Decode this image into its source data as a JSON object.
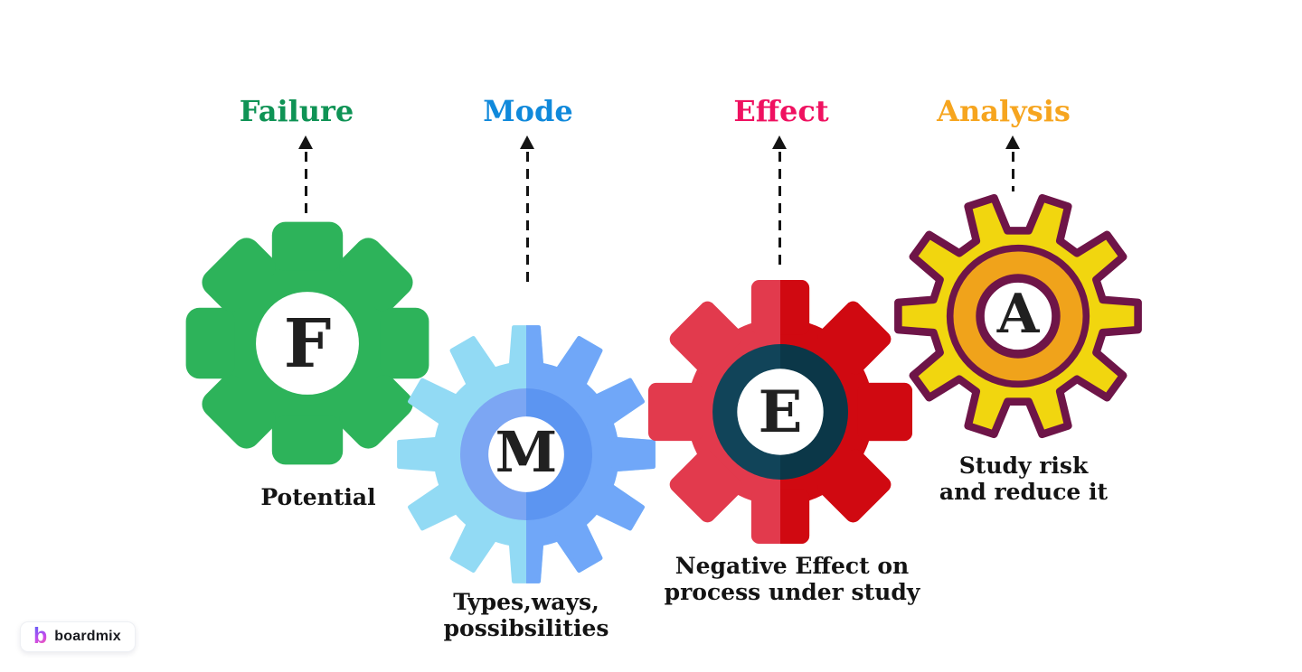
{
  "columns": [
    {
      "title": "Failure",
      "letter": "F",
      "label_lines": [
        "Potential"
      ]
    },
    {
      "title": "Mode",
      "letter": "M",
      "label_lines": [
        "Types,ways,",
        "possibsilities"
      ]
    },
    {
      "title": "Effect",
      "letter": "E",
      "label_lines": [
        "Negative Effect on",
        "process under study"
      ]
    },
    {
      "title": "Analysis",
      "letter": "A",
      "label_lines": [
        "Study risk",
        "and reduce it"
      ]
    }
  ],
  "watermark": {
    "brand": "boardmix",
    "logo_letter": "b"
  },
  "css_vars": {
    "title-failure": "#0F9355",
    "title-mode": "#1089DB",
    "title-effect": "#EF1160",
    "title-analysis": "#F6A51F",
    "gear-green": "#2DB35A",
    "mode-body-left": "#92DAF4",
    "mode-body-right": "#70A7F8",
    "mode-ring-left": "#7CA6F3",
    "mode-ring-right": "#5C95F1",
    "effect-body-left": "#E23A4D",
    "effect-body-right": "#D00911",
    "effect-ring-left": "#114459",
    "effect-ring-right": "#0B3748",
    "analysis-body": "#F1D60F",
    "analysis-outline": "#6E1548",
    "analysis-ring": "#F0A31B",
    "arrow": "#141414",
    "letter": "#202020",
    "caption": "#141414",
    "brand-text": "#191A1F",
    "brand-grad-1": "#6A5BF7",
    "brand-grad-2": "#C44BEC",
    "brand-grad-3": "#F85BAB"
  }
}
